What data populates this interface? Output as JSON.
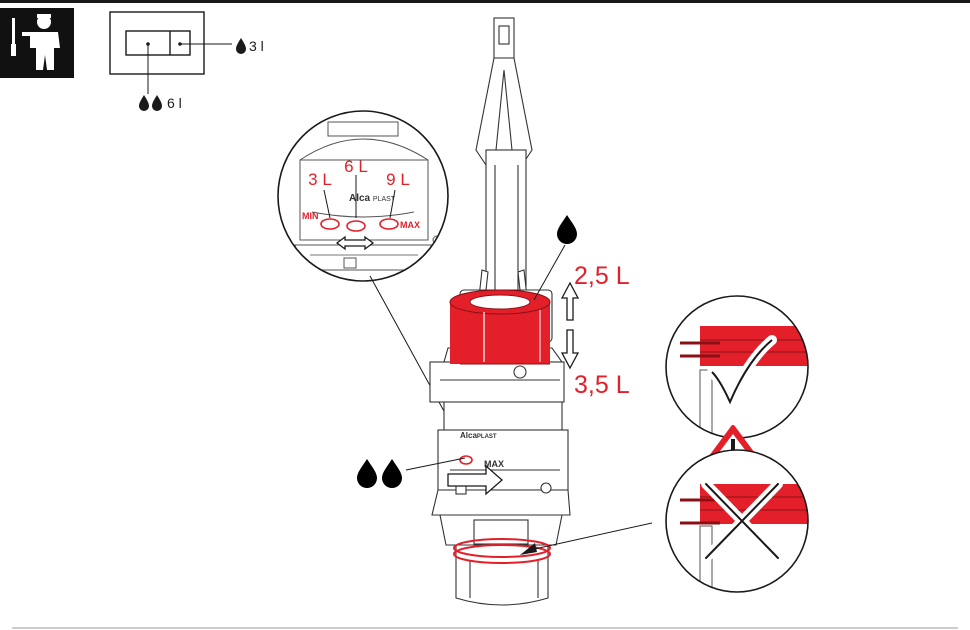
{
  "colors": {
    "accent": "#e3202a",
    "ink": "#1a1a1a",
    "warning_fill": "#e3202a"
  },
  "icons": {
    "installer": "installer-tool-icon",
    "drop": "water-drop-icon",
    "check": "check-icon",
    "cross": "cross-icon",
    "warning": "warning-icon",
    "double_arrow": "double-arrow-icon",
    "push_arrow": "push-arrow-icon"
  },
  "flush_plate": {
    "small_volume": "3 l",
    "large_volume": "6 l"
  },
  "detail": {
    "label_3": "3 L",
    "label_6": "6 L",
    "label_9": "9 L",
    "brand": "Alca",
    "brand_suffix": "PLAST",
    "min": "MIN",
    "max": "MAX"
  },
  "valve": {
    "small_flush_label": "2,5 L",
    "small_flush_label_2": "3,5 L",
    "brand": "Alca",
    "brand_suffix": "PLAST",
    "max": "MAX"
  }
}
